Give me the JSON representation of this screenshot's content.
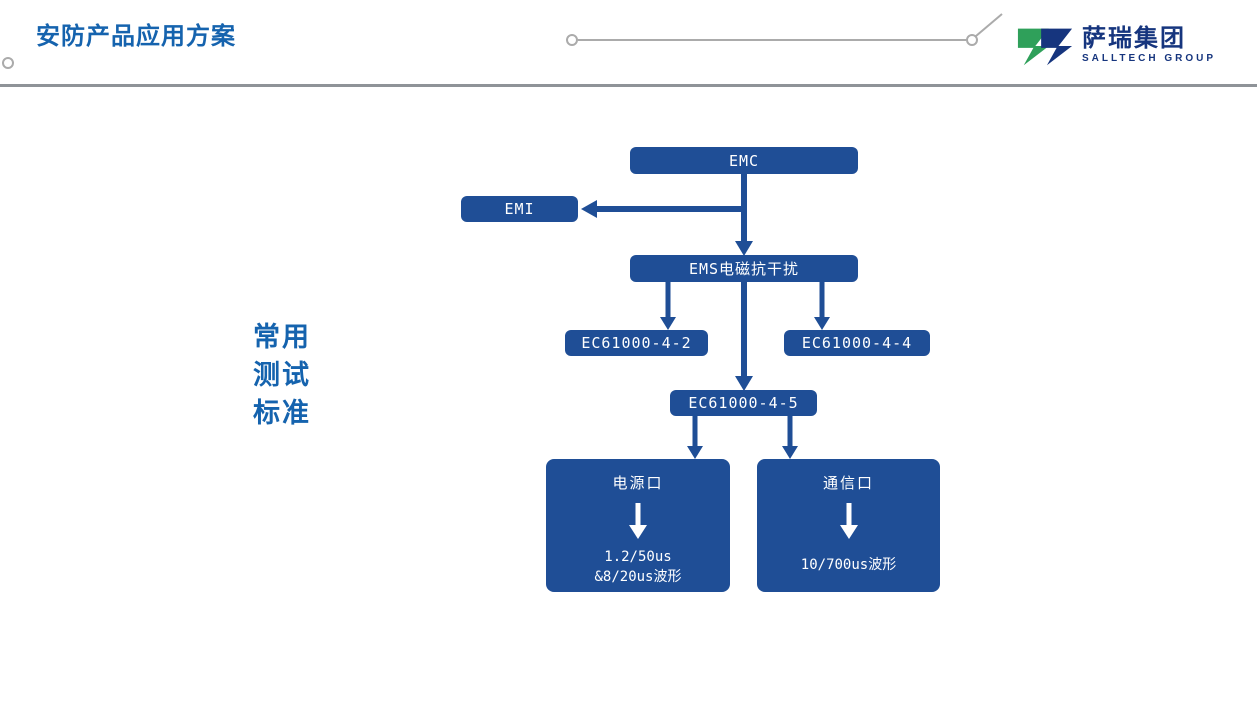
{
  "header": {
    "title": "安防产品应用方案"
  },
  "logo": {
    "name": "萨瑞集团",
    "subtitle": "SALLTECH GROUP"
  },
  "side_label": {
    "line1": "常用",
    "line2": "测试",
    "line3": "标准"
  },
  "colors": {
    "title_blue": "#1563AE",
    "node_blue": "#1F4E96",
    "logo_green": "#2FA05A",
    "logo_blue": "#16357E",
    "line_gray": "#ABABAB"
  },
  "flowchart": {
    "emc": "EMC",
    "emi": "EMI",
    "ems": "EMS电磁抗干扰",
    "std_2": "EC61000-4-2",
    "std_4": "EC61000-4-4",
    "std_5": "EC61000-4-5",
    "power_port": {
      "title": "电源口",
      "wave1": "1.2/50us",
      "wave2": "&8/20us波形"
    },
    "comm_port": {
      "title": "通信口",
      "wave": "10/700us波形"
    }
  }
}
